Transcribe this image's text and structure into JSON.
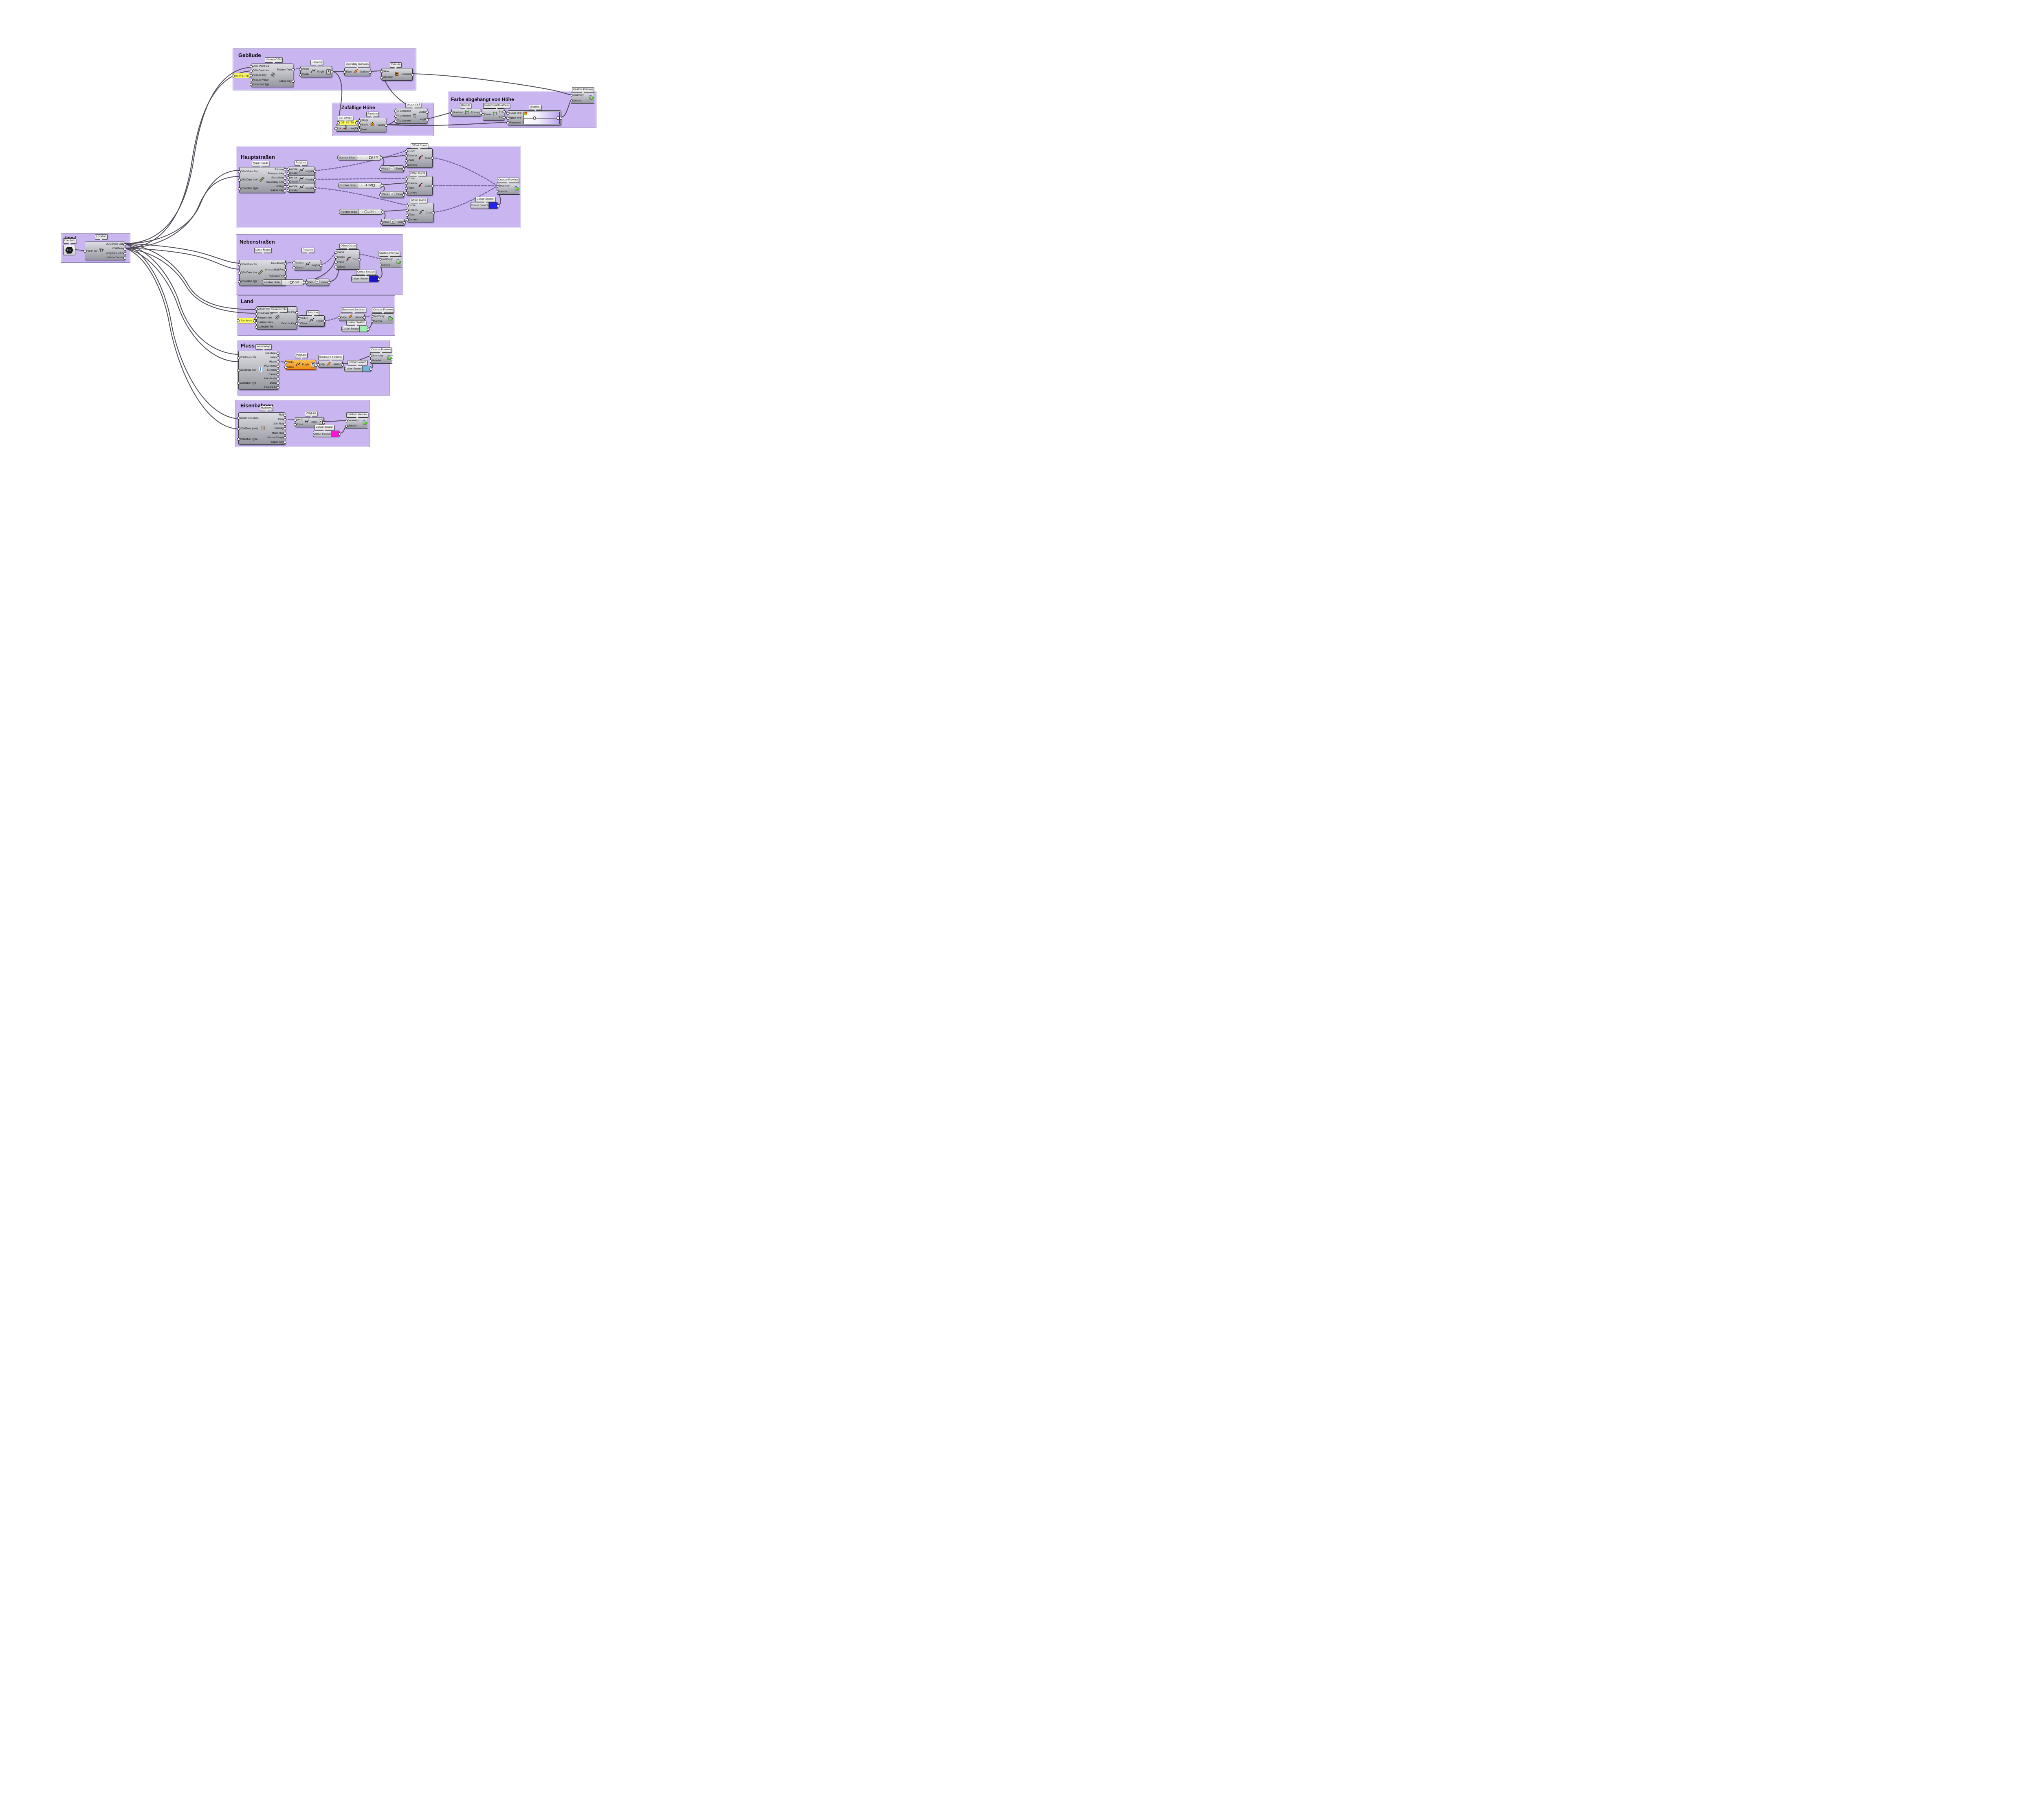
{
  "colors": {
    "group_fill": "#c9b6f0",
    "group_border": "#8d7fb7",
    "wire": "#4b4452",
    "wire_dashed": "#6e6295",
    "swatch_haupt": "#2323ec",
    "swatch_neben": "#1a16c8",
    "swatch_land": "#9cefaf",
    "swatch_fluss": "#6fb5de",
    "swatch_eisen": "#ff10dc",
    "panel_yellow": "#faf75e",
    "selected_node": "#ee8f12"
  },
  "groups": {
    "input": {
      "title": "Input"
    },
    "gebaeude": {
      "title": "Gebäude"
    },
    "zufaellige": {
      "title": "Zufällige Höhe"
    },
    "farbe": {
      "title": "Farbe abgehängt von Höhe"
    },
    "haupt": {
      "title": "Hauptstraßen"
    },
    "neben": {
      "title": "Nebenstraßen"
    },
    "land": {
      "title": "Land"
    },
    "fluss": {
      "title": "Fluss"
    },
    "eisen": {
      "title": "Eisenbahnen"
    }
  },
  "tags": {
    "location": "Location",
    "file_path": "File Path",
    "genericosm_geb": "GenericOSM",
    "polyline_geb": "PolyLine",
    "boundary_geb": "Boundary Surfaces",
    "extrude": "Extrude",
    "cp_top": "Custom Preview",
    "list_length": "List Length",
    "random": "Random",
    "vector_xyz": "Vector XYZ",
    "bounds": "Bounds",
    "deconstruct": "Deconstruct Domain",
    "gradient": "Gradient",
    "major_roads": "Major Roads",
    "polyline_haupt": "PolyLine",
    "offset1": "Offset Curve",
    "offset2": "Offset Curve",
    "offset3": "Offset Curve",
    "cp_haupt": "Custom Preview",
    "swatch_haupt": "Colour Swatch",
    "minor_roads": "Minor Roads",
    "polyline_neben": "PolyLine",
    "offset_neben": "Offset Curve",
    "cp_neben": "Custom Preview",
    "swatch_neben": "Colour Swatch",
    "genericosm_land": "GenericOSM",
    "polyline_land": "PolyLine",
    "boundary_land": "Boundary Surfaces",
    "swatch_land": "Colour Swatch",
    "cp_land": "Custom Preview",
    "waterways": "WaterWays",
    "polyline_fluss": "PolyLine",
    "boundary_fluss": "Boundary Surfaces",
    "swatch_fluss": "Colour Swatch",
    "cp_fluss": "Custom Preview",
    "railways": "Railways",
    "polyline_eisen": "PolyLine",
    "swatch_eisen": "Colour Swatch",
    "cp_eisen": "Custom Preview"
  },
  "nodes": {
    "input_main": {
      "inputs": [
        "File.P (text)"
      ],
      "outputs": [
        "OSM Point Data",
        "OSMData",
        "Longitude Domain",
        "Latitude Domain"
      ],
      "icon": "elk"
    },
    "geb_genericosm": {
      "inputs": [
        "OSM Point Data",
        "OSMData (text)",
        "Feature Key",
        "Feature Value",
        "Collection Type"
      ],
      "outputs": [
        "Feature Points",
        "Feature Key"
      ],
      "icon": "crosshatch"
    },
    "geb_polyline": {
      "inputs": [
        "Vertices",
        "Closed"
      ],
      "outputs": [
        "Polyline"
      ],
      "icon": "polyline",
      "btn": true
    },
    "geb_surfaces": {
      "inputs": [
        "Edges"
      ],
      "outputs": [
        "Surfaces"
      ],
      "icon": "surface"
    },
    "geb_extrude": {
      "inputs": [
        "Base",
        "Direction"
      ],
      "outputs": [
        "Extrusion"
      ],
      "icon": "extrude"
    },
    "cp_top": {
      "inputs": [
        "Geometry",
        "Material"
      ],
      "outputs": [],
      "icon": "preview",
      "iconRight": true,
      "jag": true
    },
    "zh_listlen": {
      "inputs": [
        "List"
      ],
      "outputs": [
        "Length"
      ],
      "icon": "listlen"
    },
    "zh_random": {
      "inputs": [
        "Range",
        "Number",
        "Seed"
      ],
      "outputs": [
        "Random"
      ],
      "icon": "random"
    },
    "zh_vector": {
      "inputs": [
        "X component",
        "Y component",
        "Z component"
      ],
      "outputs": [
        "Vector",
        "Length"
      ],
      "icon": "xyz"
    },
    "fb_bounds": {
      "inputs": [
        "Numbers"
      ],
      "outputs": [
        "Domain"
      ],
      "icon": "bounds"
    },
    "fb_dd": {
      "inputs": [
        "Domain"
      ],
      "outputs": [
        "Start",
        "End"
      ],
      "icon": "domain"
    },
    "hs_major": {
      "inputs": [
        "OSM Point Data",
        "OSMData (text)",
        "Collection Type"
      ],
      "outputs": [
        "Primary",
        "Primary Links",
        "Secondary",
        "Secondary Links",
        "Tertiary",
        "Feature Key"
      ],
      "icon": "road"
    },
    "hs_poly1": {
      "inputs": [
        "Vertices",
        "Closed"
      ],
      "outputs": [
        "Polyline"
      ],
      "icon": "polyline"
    },
    "hs_poly2": {
      "inputs": [
        "Vertices",
        "Closed"
      ],
      "outputs": [
        "Polyline"
      ],
      "icon": "polyline"
    },
    "hs_poly3": {
      "inputs": [
        "Vertices",
        "Closed"
      ],
      "outputs": [
        "Polyline"
      ],
      "icon": "polyline"
    },
    "hs_offset1": {
      "inputs": [
        "Curve",
        "Distance",
        "Plane",
        "Corners"
      ],
      "outputs": [
        "Curve"
      ],
      "icon": "offset"
    },
    "hs_offset2": {
      "inputs": [
        "Curve",
        "Distance",
        "Plane",
        "Corners"
      ],
      "outputs": [
        "Curve"
      ],
      "icon": "offset"
    },
    "hs_offset3": {
      "inputs": [
        "Curve",
        "Distance",
        "Plane",
        "Corners"
      ],
      "outputs": [
        "Curve"
      ],
      "icon": "offset"
    },
    "hs_value1": {
      "inputs": [
        "Value"
      ],
      "outputs": [
        "Result"
      ],
      "icon": "negate"
    },
    "hs_value2": {
      "inputs": [
        "Value"
      ],
      "outputs": [
        "Result"
      ],
      "icon": "negate"
    },
    "hs_value3": {
      "inputs": [
        "Value"
      ],
      "outputs": [
        "Result"
      ],
      "icon": "negate"
    },
    "hs_preview": {
      "inputs": [
        "Geometry",
        "Material"
      ],
      "outputs": [],
      "icon": "preview",
      "iconRight": true,
      "jag": true
    },
    "ns_minor": {
      "inputs": [
        "OSM Point Data",
        "OSMData (text)",
        "Collection Type"
      ],
      "outputs": [
        "Residential",
        "Unclassified Roads",
        "NotClassified",
        "Feature Key"
      ],
      "icon": "road"
    },
    "ns_poly": {
      "inputs": [
        "Vertices",
        "Closed"
      ],
      "outputs": [
        "Polyline"
      ],
      "icon": "polyline"
    },
    "ns_offset": {
      "inputs": [
        "Curve",
        "Distance",
        "Plane",
        "Corners"
      ],
      "outputs": [
        "Curve"
      ],
      "icon": "offset"
    },
    "ns_value": {
      "inputs": [
        "Value"
      ],
      "outputs": [
        "Result"
      ],
      "icon": "negate"
    },
    "ns_preview": {
      "inputs": [
        "Geometry",
        "Material"
      ],
      "outputs": [],
      "icon": "preview",
      "iconRight": true,
      "jag": true
    },
    "land_gosm": {
      "inputs": [
        "OSM Point Data",
        "OSMData (text)",
        "Feature Key",
        "Feature Value",
        "Collection Type"
      ],
      "outputs": [
        "Feature Points",
        "Feature Key"
      ],
      "icon": "crosshatch"
    },
    "land_poly": {
      "inputs": [
        "Vertices",
        "Closed"
      ],
      "outputs": [
        "Polyline"
      ],
      "icon": "polyline"
    },
    "land_surf": {
      "inputs": [
        "Edges"
      ],
      "outputs": [
        "Surfaces"
      ],
      "icon": "surface"
    },
    "land_preview": {
      "inputs": [
        "Geometry",
        "Material"
      ],
      "outputs": [],
      "icon": "preview",
      "iconRight": true,
      "jag": true
    },
    "fl_water": {
      "inputs": [
        "OSM Point Data",
        "OSMData (text)",
        "Collection Type"
      ],
      "outputs": [
        "Coastlines",
        "Lakes",
        "Rivers",
        "Riverbanks",
        "Streams",
        "Canals",
        "Man-Made",
        "Dams",
        "Feature Key"
      ],
      "icon": "river"
    },
    "fl_poly": {
      "inputs": [
        "Vertices",
        "Closed"
      ],
      "outputs": [
        "Polyline"
      ],
      "icon": "polyline",
      "btn": true,
      "sel": true
    },
    "fl_surf": {
      "inputs": [
        "Edges"
      ],
      "outputs": [
        "Surfaces"
      ],
      "icon": "surface"
    },
    "fl_preview": {
      "inputs": [
        "Geometry",
        "Material"
      ],
      "outputs": [],
      "icon": "preview",
      "iconRight": true,
      "jag": true
    },
    "eb_rail": {
      "inputs": [
        "OSM Point Data",
        "OSMData (text)",
        "Collection Type"
      ],
      "outputs": [
        "Rail",
        "Tram",
        "Light Rail",
        "Subway",
        "Mono-Rail",
        "Narrow-Gauge",
        "Feature Key"
      ],
      "icon": "rail"
    },
    "eb_poly": {
      "inputs": [
        "Vertices",
        "Closed"
      ],
      "outputs": [
        "Polyline"
      ],
      "icon": "polyline",
      "btn": true
    },
    "eb_preview": {
      "inputs": [
        "Geometry",
        "Material"
      ],
      "outputs": [],
      "icon": "preview",
      "iconRight": true,
      "jag": true
    }
  },
  "gradient_node": {
    "inputs": [
      "Lower limit",
      "Upper limit",
      "Parameter"
    ],
    "from": "#ffffff",
    "to": "#baa3ef"
  },
  "panels": {
    "building": "building",
    "range_20_50": "20 to 50",
    "landuse": "landuse"
  },
  "filepath": {
    "text": "C:/"
  },
  "sliders": {
    "hs1": {
      "label": "Number Slider",
      "value": "2.777",
      "pct": 55
    },
    "hs2": {
      "label": "Number Slider",
      "value": "4.865",
      "pct": 66,
      "valSide": "left"
    },
    "hs3": {
      "label": "Number Slider",
      "value": "1.000",
      "pct": 30
    },
    "ns": {
      "label": "Number Slider",
      "value": "2.235",
      "pct": 42
    }
  },
  "swatches": {
    "haupt": {
      "label": "Colour Swatch",
      "color": "#2323ec"
    },
    "neben": {
      "label": "Colour Swatch",
      "color": "#1a16c8"
    },
    "land": {
      "label": "Colour Swatch",
      "color": "#9cefaf"
    },
    "fluss": {
      "label": "Colour Swatch",
      "color": "#6fb5de"
    },
    "eisen": {
      "label": "Colour Swatch",
      "color": "#ff10dc"
    }
  }
}
